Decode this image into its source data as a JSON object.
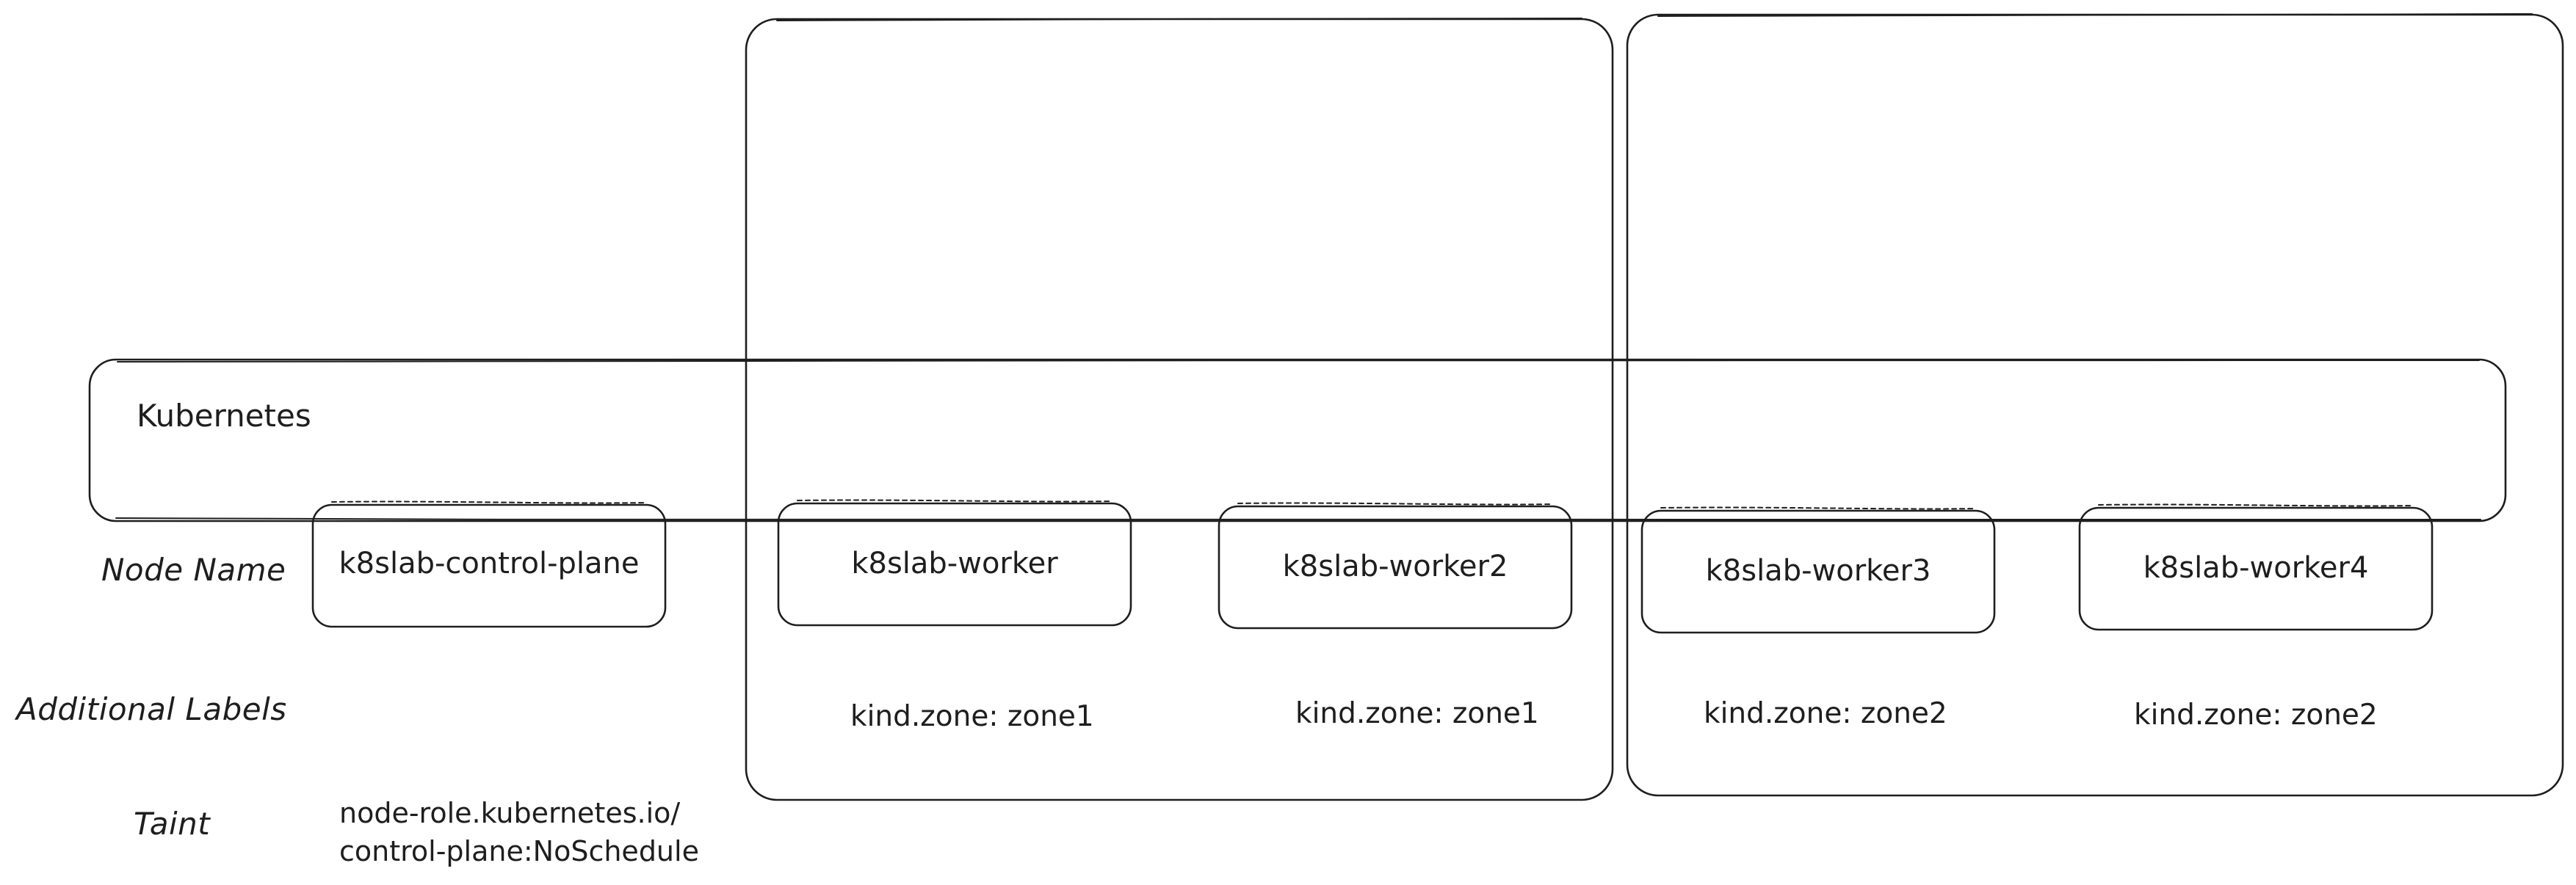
{
  "cluster": {
    "name": "Kubernetes"
  },
  "rows": {
    "node_name": "Node Name",
    "additional_labels": "Additional Labels",
    "taint": "Taint"
  },
  "nodes": [
    {
      "name": "k8slab-control-plane",
      "label": "",
      "taint_line1": "node-role.kubernetes.io/",
      "taint_line2": "control-plane:NoSchedule"
    },
    {
      "name": "k8slab-worker",
      "label": "kind.zone: zone1"
    },
    {
      "name": "k8slab-worker2",
      "label": "kind.zone: zone1"
    },
    {
      "name": "k8slab-worker3",
      "label": "kind.zone: zone2"
    },
    {
      "name": "k8slab-worker4",
      "label": "kind.zone: zone2"
    }
  ],
  "colors": {
    "stroke": "#1e1e1e",
    "hatch": "#c7c7c7",
    "hatch_bg": "#f4f4f4",
    "background": "#ffffff"
  }
}
